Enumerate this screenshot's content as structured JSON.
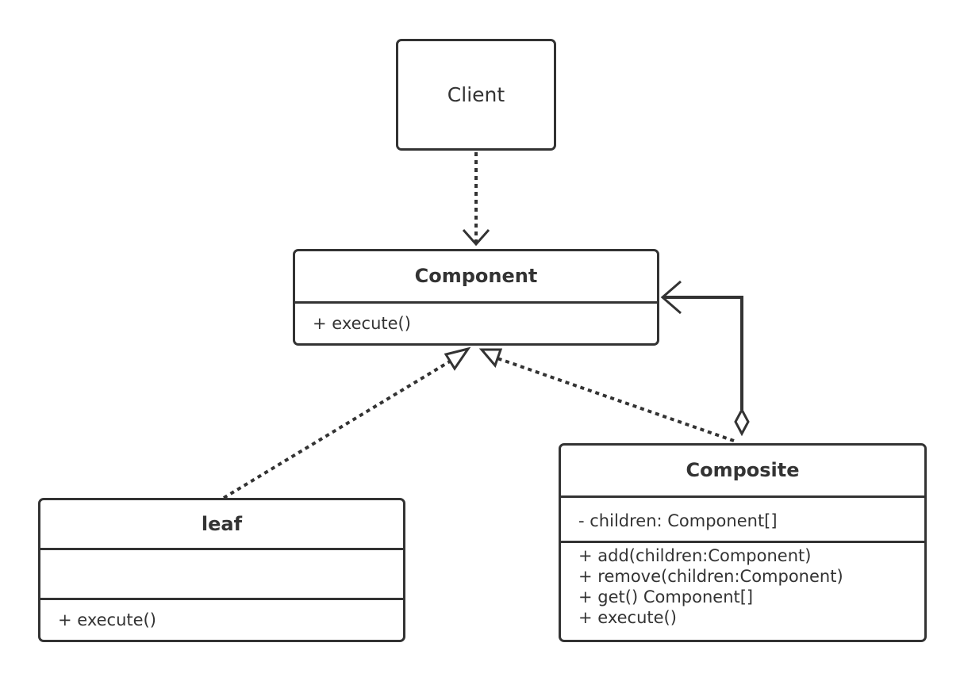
{
  "client": {
    "name": "Client"
  },
  "component": {
    "name": "Component",
    "operations": [
      "+ execute()"
    ]
  },
  "leaf": {
    "name": "leaf",
    "attributes": [],
    "operations": [
      "+ execute()"
    ]
  },
  "composite": {
    "name": "Composite",
    "attributes": [
      "- children: Component[]"
    ],
    "operations": [
      "+ add(children:Component)",
      "+ remove(children:Component)",
      "+ get() Component[]",
      "+ execute()"
    ]
  },
  "colors": {
    "stroke": "#333333",
    "background": "#ffffff"
  }
}
